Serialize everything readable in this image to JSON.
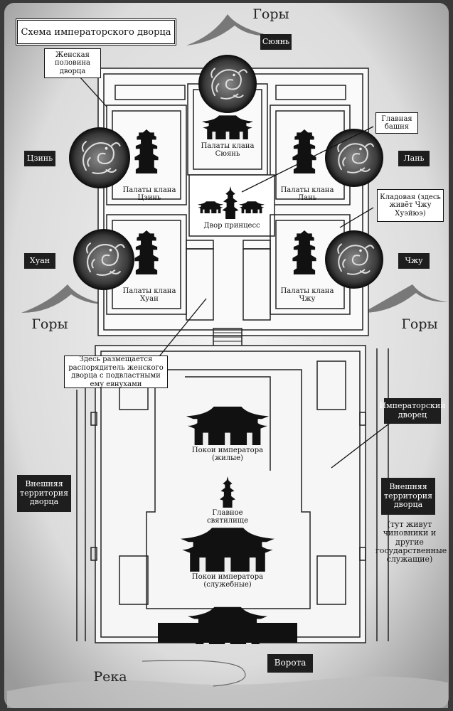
{
  "title": "Схема императорского дворца",
  "mountains": {
    "top": "Горы",
    "left": "Горы",
    "right": "Горы"
  },
  "river": "Река",
  "gate_label": "Ворота",
  "callouts": {
    "women_half": "Женская половина дворца",
    "main_tower": "Главная башня",
    "storage": "Кладовая (здесь живёт Чжу Хуэйюэ)",
    "manager": "Здесь размещается распорядитель женского дворца с подвластными ему евнухами",
    "imperial_palace": "Императорский дворец",
    "outer_left": "Внешняя территория дворца",
    "outer_right": "Внешняя территория дворца",
    "officials": "(тут живут чиновники и другие государственные служащие)"
  },
  "clans": {
    "suyan": {
      "name": "Сюянь",
      "hall": "Палаты клана Сюянь"
    },
    "jin": {
      "name": "Цзинь",
      "hall": "Палаты клана Цзинь"
    },
    "lan": {
      "name": "Лань",
      "hall": "Палаты клана Лань"
    },
    "huan": {
      "name": "Хуан",
      "hall": "Палаты клана Хуан"
    },
    "zhu": {
      "name": "Чжу",
      "hall": "Палаты клана Чжу"
    }
  },
  "buildings": {
    "princess_court": "Двор принцесс",
    "emperor_living": "Покои императора (жилые)",
    "sanctuary": "Главное святилище",
    "emperor_service": "Покои императора (служебные)"
  },
  "icons": {
    "dragon": "dragon-medallion-icon",
    "pagoda": "pagoda-icon",
    "hall": "palace-hall-icon",
    "mountain": "mountain-icon"
  }
}
